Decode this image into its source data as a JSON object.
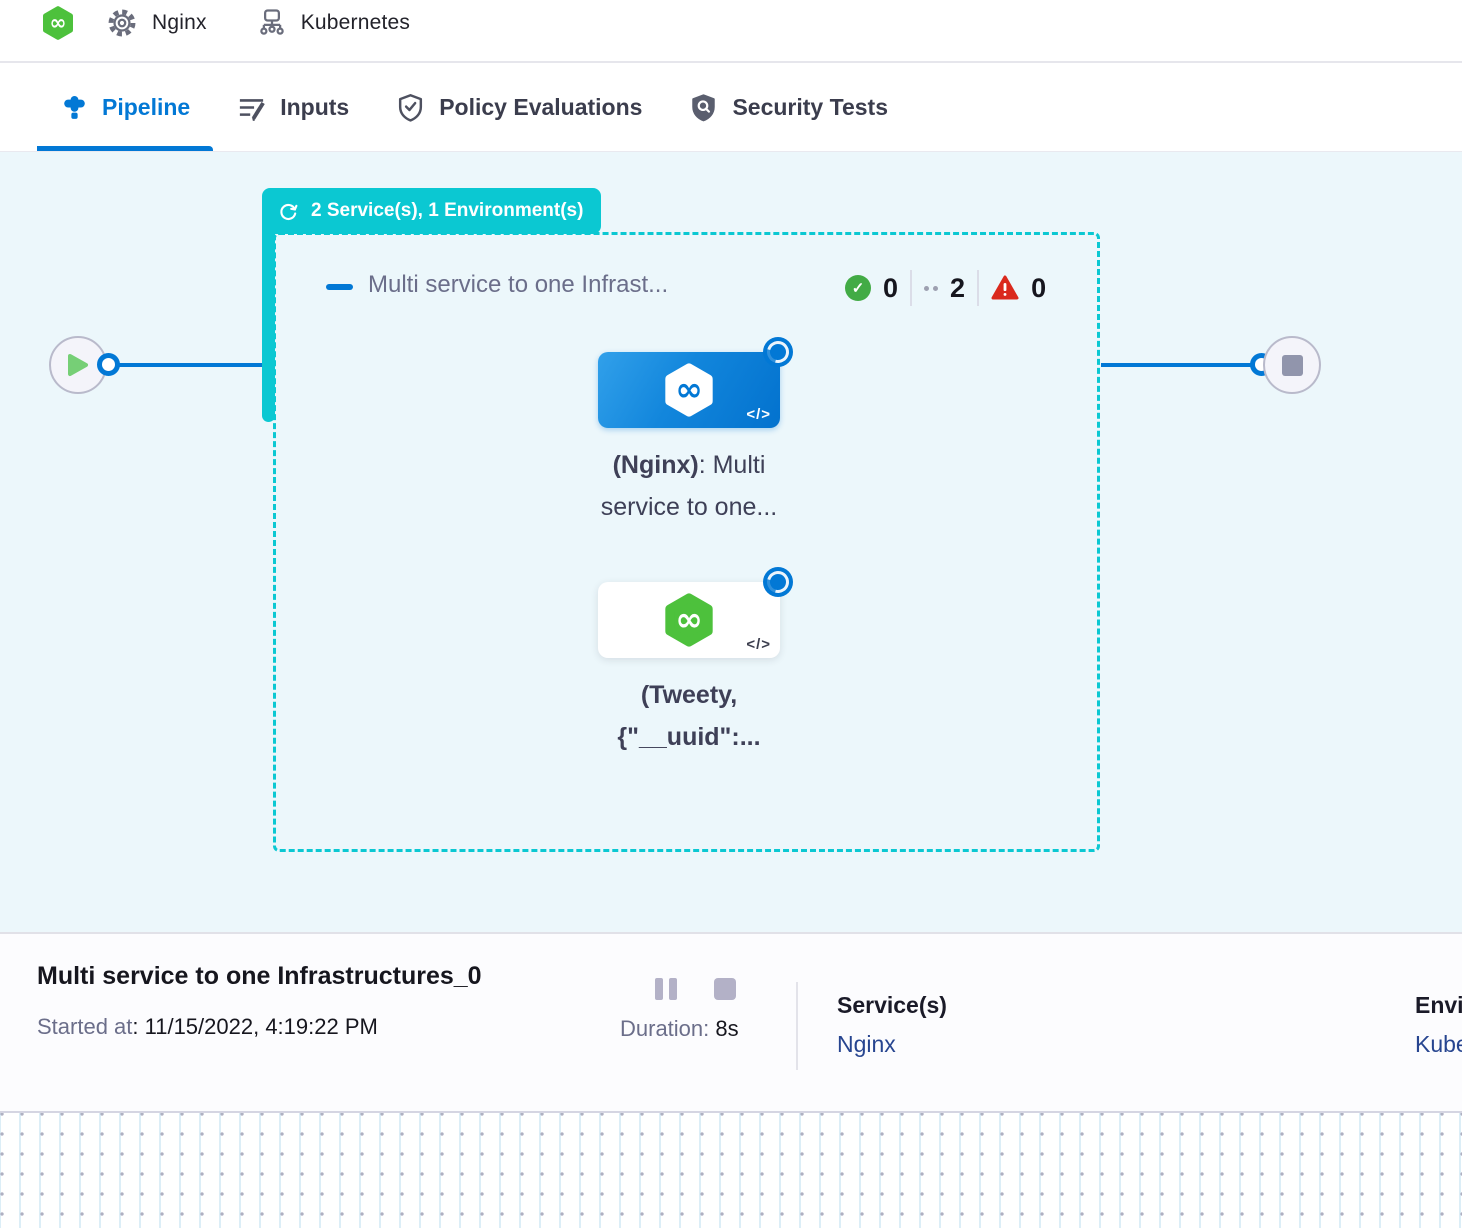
{
  "colors": {
    "accent_blue": "#0278D5",
    "teal": "#0BC8D2",
    "success_green": "#42AB45",
    "error_red": "#DA291D",
    "link_navy": "#274590",
    "canvas_bg": "#ECF7FB"
  },
  "topbar": {
    "service_icon": "harness-service-icon",
    "service_label": "Nginx",
    "environment_icon": "kubernetes-environment-icon",
    "environment_label": "Kubernetes"
  },
  "tabs": [
    {
      "icon": "pipeline-icon",
      "label": "Pipeline",
      "active": true
    },
    {
      "icon": "inputs-icon",
      "label": "Inputs",
      "active": false
    },
    {
      "icon": "policy-evaluations-icon",
      "label": "Policy Evaluations",
      "active": false
    },
    {
      "icon": "security-tests-icon",
      "label": "Security Tests",
      "active": false
    }
  ],
  "graph": {
    "stage_badge": {
      "icon": "rollout-loop-icon",
      "label": "2 Service(s), 1 Environment(s)"
    },
    "stage": {
      "title": "Multi service to one Infrast...",
      "success_count": "0",
      "running_count": "2",
      "failed_count": "0"
    },
    "nodes": [
      {
        "id": "nginx",
        "icon": "harness-logo-blue",
        "code_badge": "</>",
        "label_bold": "(Nginx)",
        "label_rest": ": Multi",
        "label_line2": "service to one..."
      },
      {
        "id": "tweety",
        "icon": "harness-logo-green",
        "code_badge": "</>",
        "label_line1": "(Tweety,",
        "label_line2": "{\"__uuid\":..."
      }
    ]
  },
  "execbar": {
    "title": "Multi service to one Infrastructures_0",
    "started_label": "Started at",
    "started_value": ": 11/15/2022, 4:19:22 PM",
    "duration_label": "Duration: ",
    "duration_value": "8s",
    "services_label": "Service(s)",
    "services_value": "Nginx",
    "environments_label": "Environment(s)",
    "environments_value": "Kubernetes"
  }
}
